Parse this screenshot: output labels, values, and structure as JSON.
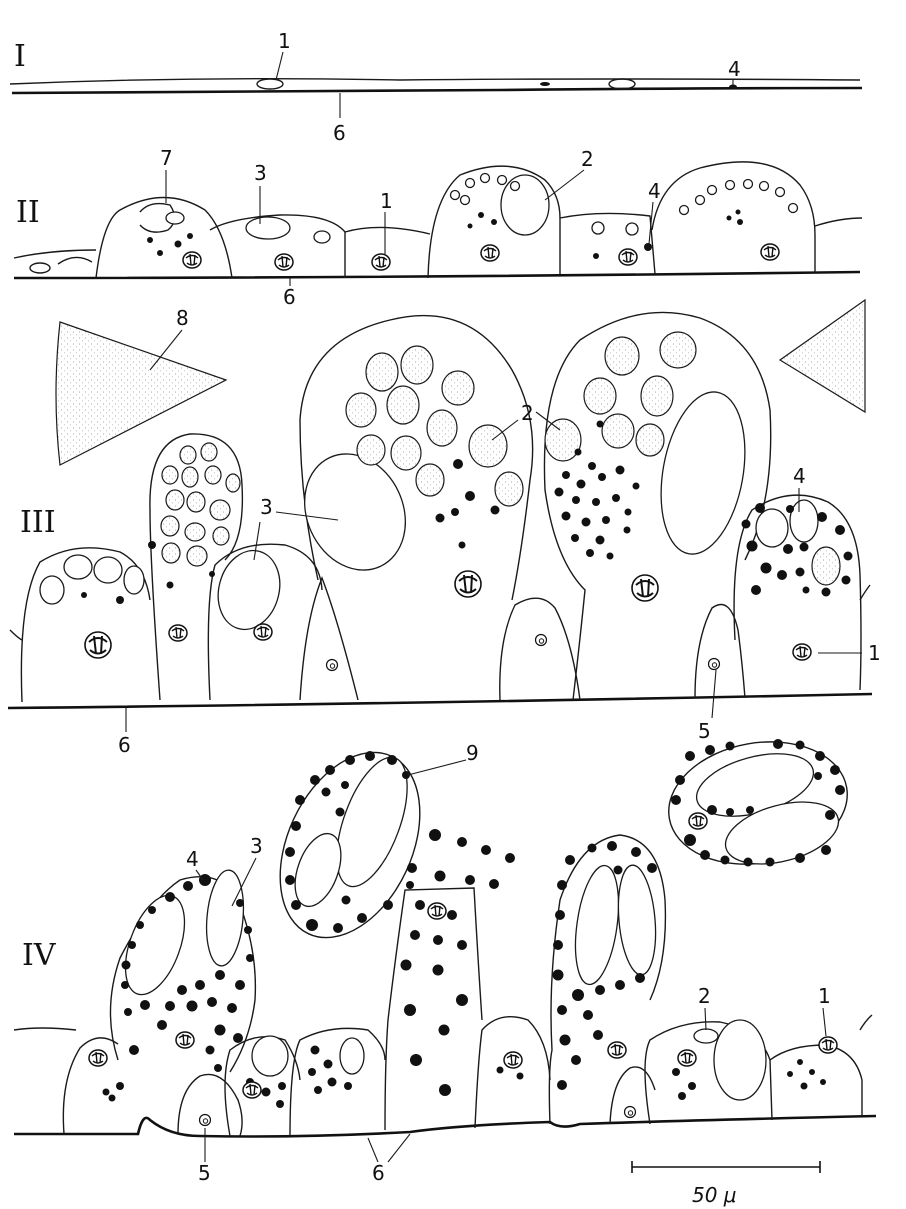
{
  "stages": [
    "I",
    "II",
    "III",
    "IV"
  ],
  "labels": {
    "n1": "1",
    "n2": "2",
    "n3": "3",
    "n4": "4",
    "n5": "5",
    "n6": "6",
    "n7": "7",
    "n8": "8",
    "n9": "9"
  },
  "scale_bar": "50 μ"
}
